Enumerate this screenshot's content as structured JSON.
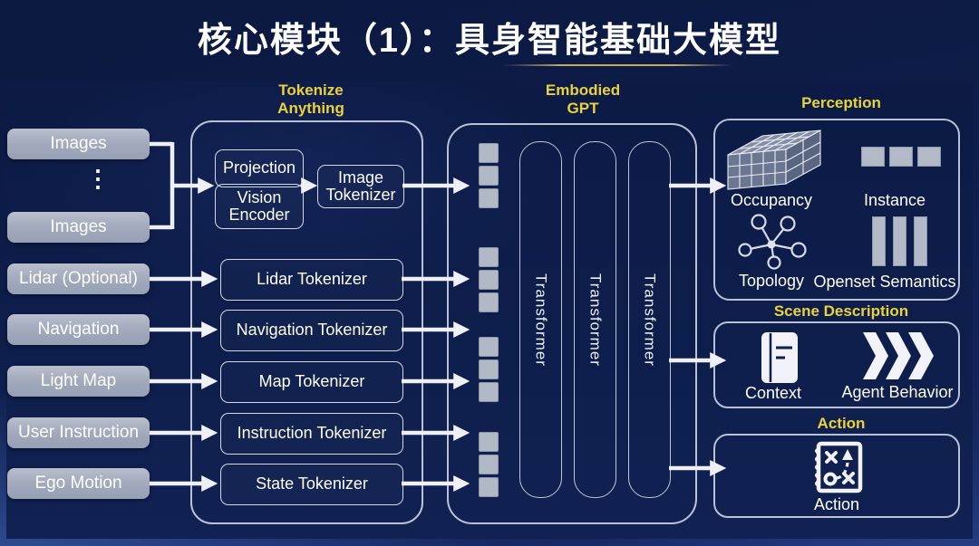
{
  "title": "核心模块（1）：具身智能基础大模型",
  "inputs": {
    "items": [
      "Images",
      "Images",
      "Lidar (Optional)",
      "Navigation",
      "Light Map",
      "User Instruction",
      "Ego Motion"
    ],
    "ellipsis": "⋮"
  },
  "tokenize": {
    "section_title": "Tokenize Anything",
    "projection": "Projection",
    "vision_encoder": "Vision Encoder",
    "image_tokenizer": "Image Tokenizer",
    "tokenizers": [
      "Lidar Tokenizer",
      "Navigation Tokenizer",
      "Map Tokenizer",
      "Instruction Tokenizer",
      "State Tokenizer"
    ]
  },
  "gpt": {
    "section_title": "Embodied GPT",
    "transformer_label": "Transformer"
  },
  "perception": {
    "section_title": "Perception",
    "occupancy_label": "Occupancy",
    "instance_label": "Instance",
    "topology_label": "Topology",
    "openset_label": "Openset Semantics"
  },
  "scene": {
    "section_title": "Scene Description",
    "context_label": "Context",
    "agent_behavior_label": "Agent Behavior"
  },
  "action": {
    "section_title": "Action",
    "action_label": "Action"
  },
  "icons": {
    "occupancy": "voxel-cube",
    "instance": "three-squares",
    "topology": "node-graph",
    "openset_semantics": "three-vertical-bars",
    "context": "notebook",
    "agent_behavior": "triple-chevron-right",
    "action": "strategy-board",
    "between_images": "vertical-dots"
  },
  "colors": {
    "accent_yellow": "#e9d23d",
    "panel_navy": "#0e1d4a",
    "input_box_gray": "#a3abbd",
    "stroke_white": "#eef0f6",
    "title_underline_gold": "#c7a95e"
  }
}
